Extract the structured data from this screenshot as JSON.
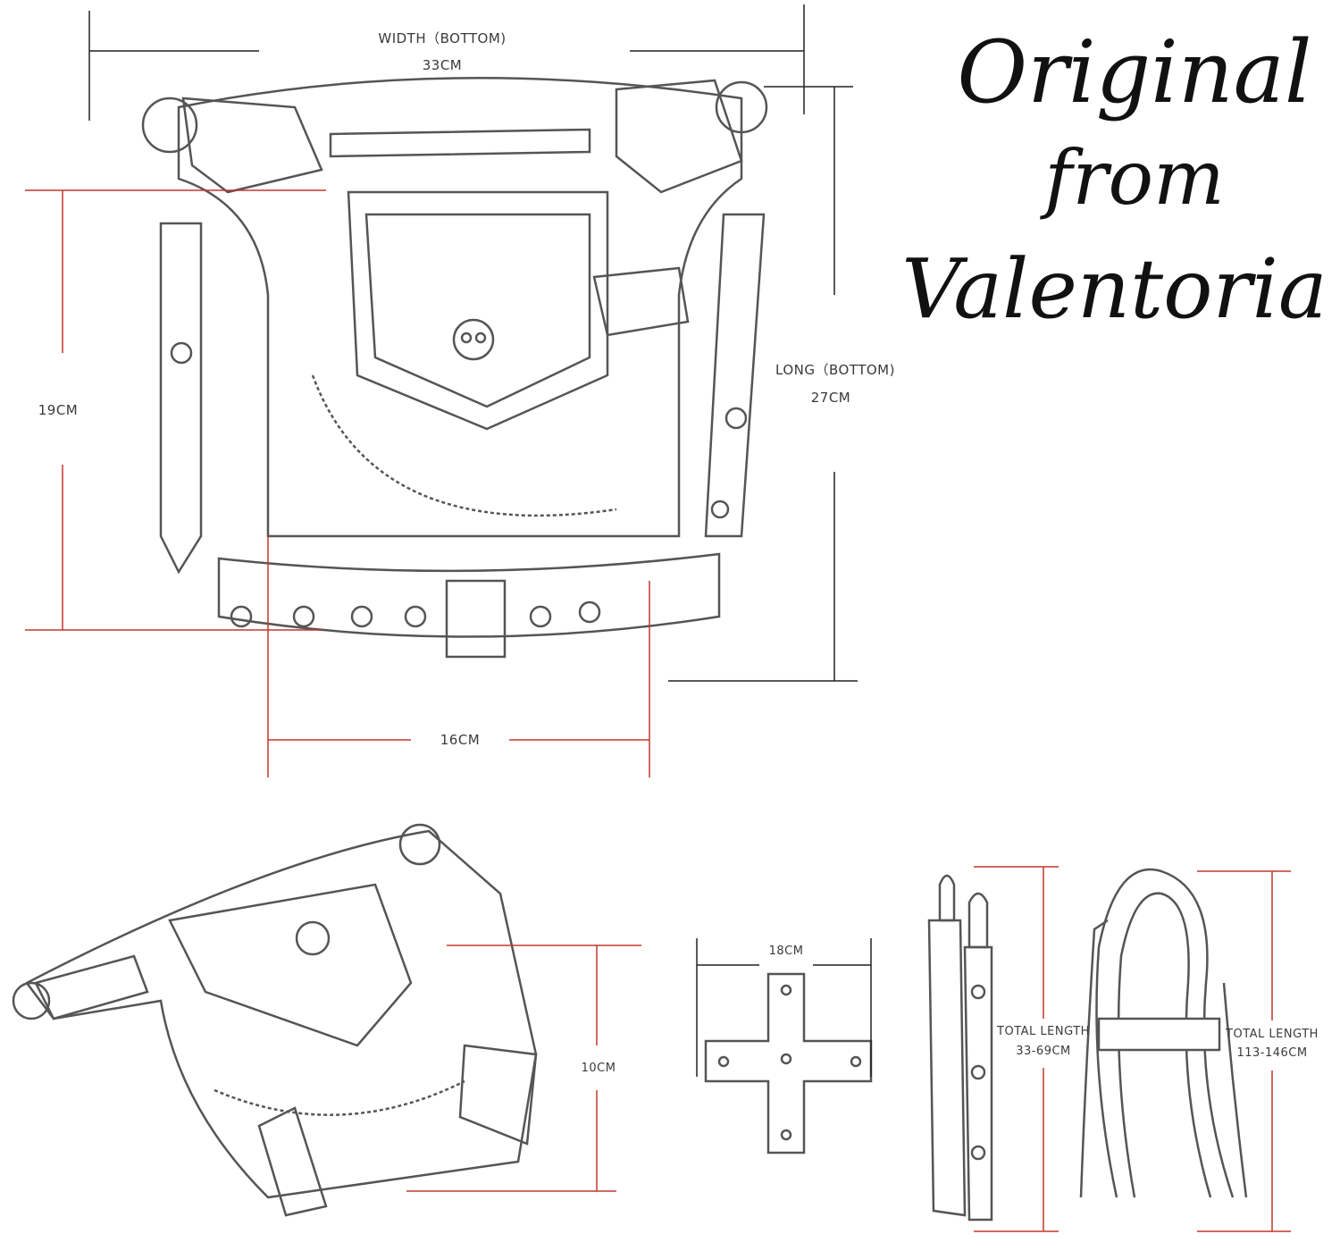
{
  "brand": {
    "line1": "Original",
    "line2": "from",
    "line3": "Valentoria"
  },
  "dimensions": {
    "width_label": "WIDTH（BOTTOM)",
    "width_value": "33CM",
    "height_value": "19CM",
    "long_label": "LONG（BOTTOM)",
    "long_value": "27CM",
    "depth_value": "16CM",
    "side_value": "10CM",
    "strap_width_value": "18CM",
    "short_strap_label": "TOTAL LENGTH",
    "short_strap_value": "33-69CM",
    "long_strap_label": "TOTAL LENGTH",
    "long_strap_value": "113-146CM"
  },
  "colors": {
    "dimension_red": "#c0392b",
    "dimension_black": "#222222",
    "sketch": "#555555"
  }
}
